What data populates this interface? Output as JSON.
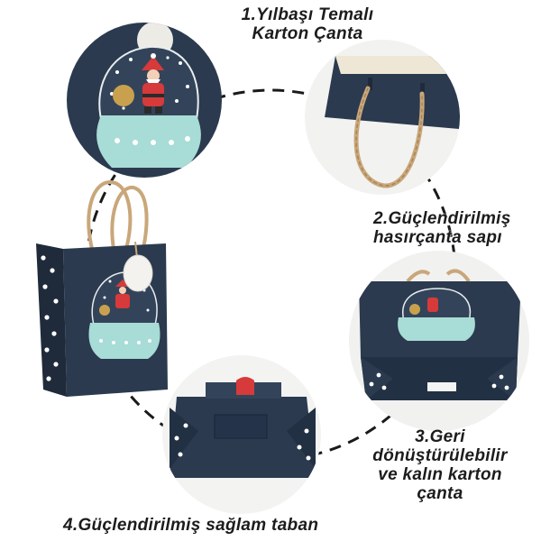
{
  "colors": {
    "bag_navy": "#2b3a4e",
    "bag_navy_dark": "#1f2b3a",
    "dome_mint": "#a8dcd6",
    "rope": "#c9a77a",
    "dashed_ring": "#1a1a1a"
  },
  "captions": {
    "c1": {
      "line1": "1.Yılbaşı Temalı",
      "line2": "Karton Çanta"
    },
    "c2": {
      "line1": "2.Güçlendirilmiş",
      "line2": "hasırçanta sapı"
    },
    "c3": {
      "line1": "3.Geri",
      "line2": "dönüştürülebilir",
      "line3": "ve kalın karton",
      "line4": "çanta"
    },
    "c4": {
      "line1": "4.Güçlendirilmiş sağlam taban"
    }
  },
  "icons": [
    "santa-snow-globe-icon",
    "rope-handle-icon",
    "gift-tag-icon",
    "polka-dot-pattern"
  ]
}
